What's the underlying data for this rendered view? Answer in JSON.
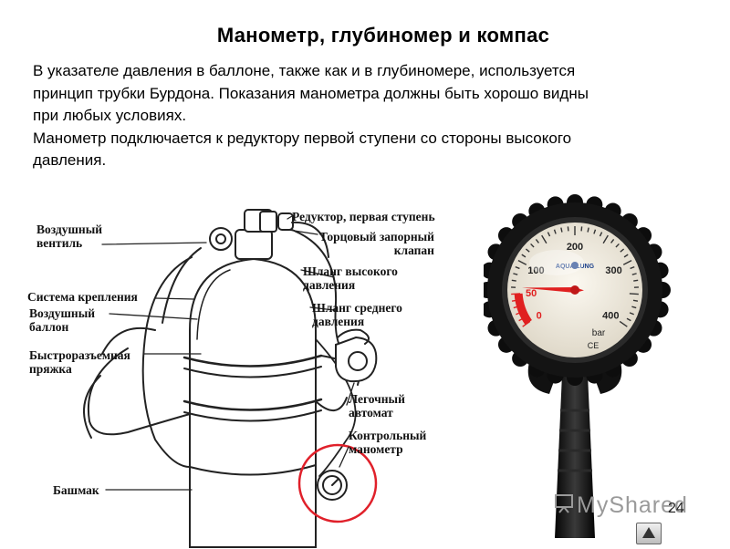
{
  "title": "Манометр, глубиномер и  компас",
  "paragraph": {
    "lines": [
      "В указателе давления в баллоне, также как и в глубиномере, используется",
      "принцип трубки Бурдона. Показания манометра должны быть хорошо видны",
      "при любых условиях.",
      "Манометр подключается к редуктору первой ступени со стороны высокого",
      "давления."
    ]
  },
  "diagram_labels": {
    "air_valve": [
      "Воздушный",
      "вентиль"
    ],
    "mount_system": "Система крепления",
    "air_cylinder": [
      "Воздушный",
      "баллон"
    ],
    "quick_buckle": [
      "Быстроразъемная",
      "пряжка"
    ],
    "boot": "Башмак",
    "regulator_first": "Редуктор, первая ступень",
    "end_valve": [
      "Торцовый запорный",
      "клапан"
    ],
    "hp_hose": [
      "Шланг высокого",
      "давления"
    ],
    "mp_hose": [
      "Шланг среднего",
      "давления"
    ],
    "lung_regulator": [
      "Легочный",
      "автомат"
    ],
    "control_gauge": [
      "Контрольный",
      "манометр"
    ]
  },
  "gauge": {
    "brand": "AQUA LUNG",
    "unit": "bar",
    "ce_mark": "CE",
    "tick_labels": [
      "0",
      "50",
      "100",
      "200",
      "300",
      "400"
    ],
    "needle_value_bar": 60,
    "red_zone_max_bar": 50,
    "face_color": "#efe9dc",
    "body_color": "#111111",
    "red_color": "#e02020"
  },
  "watermark": {
    "text": "MyShared",
    "icon": "presentation-icon"
  },
  "page_number": "24",
  "nav_button": {
    "icon": "triangle-up-icon"
  },
  "accent_circle_color": "#e0202a"
}
